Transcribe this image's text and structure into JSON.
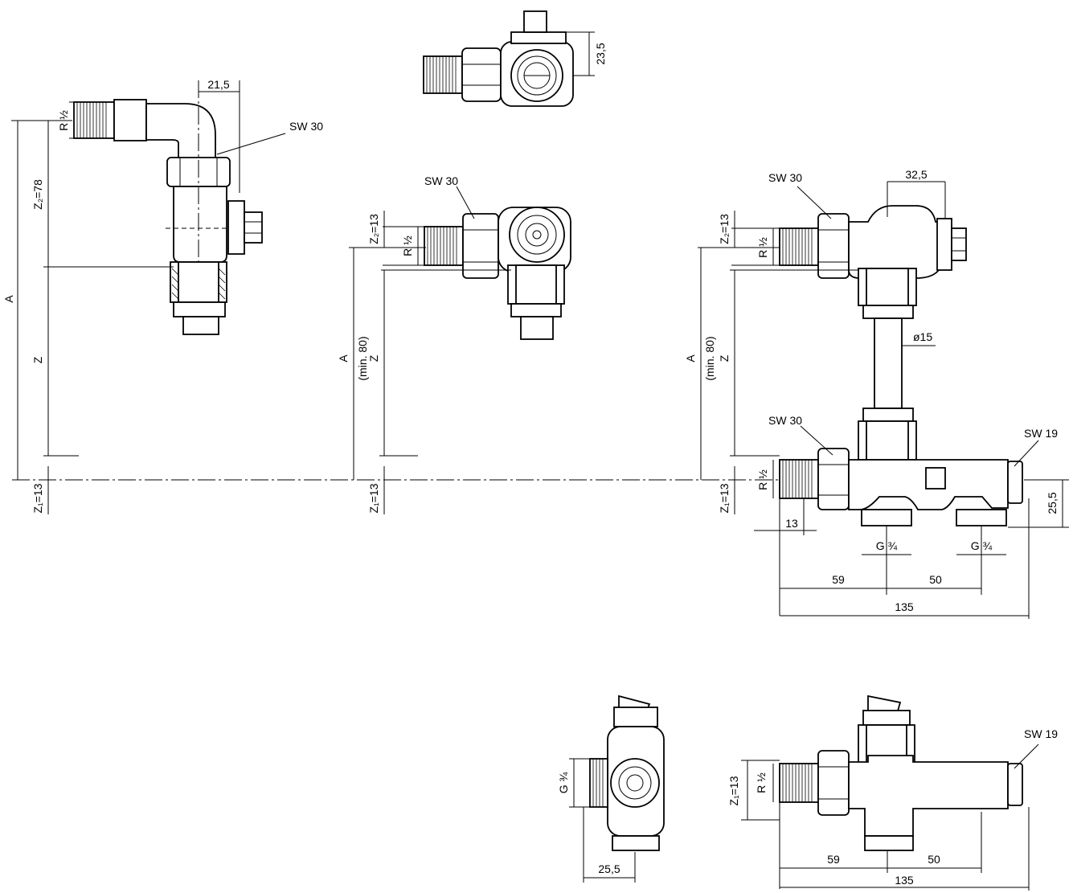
{
  "labels": {
    "sw30": "SW 30",
    "sw19": "SW 19",
    "dim_21_5": "21,5",
    "dim_23_5": "23,5",
    "dim_32_5": "32,5",
    "dim_25_5": "25,5",
    "dim_13": "13",
    "dim_59": "59",
    "dim_50": "50",
    "dim_135": "135",
    "phi15": "ø15",
    "r_half": "R ½",
    "g_three_quarter": "G ¾",
    "z2_78": "Z₂=78",
    "z2_13": "Z₂=13",
    "z1_13": "Z₁=13",
    "a": "A",
    "z": "Z",
    "min80": "(min. 80)"
  }
}
